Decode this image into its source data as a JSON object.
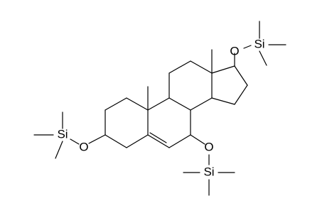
{
  "molecule": {
    "labels": {
      "o_top": "O",
      "si_top": "Si",
      "o_left": "O",
      "si_left": "Si",
      "o_bottom": "O",
      "si_bottom": "Si"
    }
  }
}
